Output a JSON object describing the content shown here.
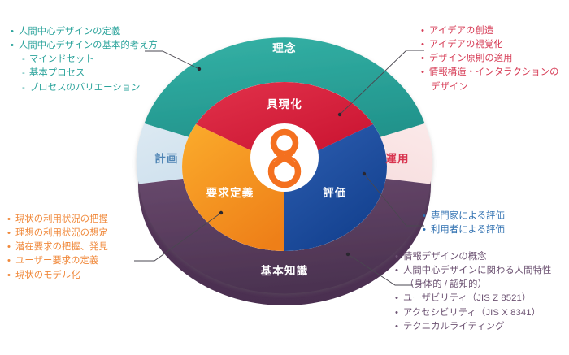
{
  "diagram": {
    "title_center_logo": "8",
    "outer_ring": [
      {
        "key": "ideal",
        "label": "理念",
        "color": "#2EA9A0",
        "text_color": "#ffffff"
      },
      {
        "key": "plan",
        "label": "計画",
        "color": "#D4E4EF",
        "text_color": "#4E84B4"
      },
      {
        "key": "operation",
        "label": "運用",
        "color": "#FBE8E8",
        "text_color": "#D8344F"
      },
      {
        "key": "knowledge",
        "label": "基本知識",
        "color": "#5E3F63",
        "text_color": "#ffffff"
      }
    ],
    "inner_segments": [
      {
        "key": "embody",
        "label": "具現化",
        "color": "#D8233C"
      },
      {
        "key": "requirement",
        "label": "要求定義",
        "color": "#F59B20"
      },
      {
        "key": "evaluation",
        "label": "評価",
        "color": "#23509D"
      }
    ],
    "colors": {
      "teal": "#2EA9A0",
      "red": "#D8233C",
      "orange": "#F59B20",
      "blue": "#23509D",
      "purple": "#5E3F63",
      "light_blue_ring": "#D4E4EF",
      "light_pink_ring": "#FBE8E8",
      "white_ring": "#F7F7F5",
      "center_logo": "#F4701F",
      "leader_line": "#4A4750"
    }
  },
  "callouts": {
    "ideal": {
      "accent": "#2AA39B",
      "items": [
        {
          "text": "人間中心デザインの定義",
          "style": "dot"
        },
        {
          "text": "人間中心デザインの基本的考え方",
          "style": "dot"
        },
        {
          "text": "マインドセット",
          "style": "dash"
        },
        {
          "text": "基本プロセス",
          "style": "dash"
        },
        {
          "text": "プロセスのバリエーション",
          "style": "dash"
        }
      ]
    },
    "embody": {
      "accent": "#D63B55",
      "items": [
        {
          "text": "アイデアの創造",
          "style": "dot"
        },
        {
          "text": "アイデアの視覚化",
          "style": "dot"
        },
        {
          "text": "デザイン原則の適用",
          "style": "dot"
        },
        {
          "text": "情報構造・インタラクションの",
          "style": "dot"
        },
        {
          "text": "デザイン",
          "style": "cont"
        }
      ]
    },
    "requirement": {
      "accent": "#F0883A",
      "items": [
        {
          "text": "現状の利用状況の把握",
          "style": "dot"
        },
        {
          "text": "理想の利用状況の想定",
          "style": "dot"
        },
        {
          "text": "潜在要求の把握、発見",
          "style": "dot"
        },
        {
          "text": "ユーザー要求の定義",
          "style": "dot"
        },
        {
          "text": "現状のモデル化",
          "style": "dot"
        }
      ]
    },
    "evaluation": {
      "accent": "#2E6FB0",
      "items": [
        {
          "text": "専門家による評価",
          "style": "dot"
        },
        {
          "text": "利用者による評価",
          "style": "dot"
        }
      ]
    },
    "knowledge": {
      "accent": "#6C5272",
      "items": [
        {
          "text": "情報デザインの概念",
          "style": "dot"
        },
        {
          "text": "人間中心デザインに関わる人間特性",
          "style": "dot"
        },
        {
          "text": "（身体的 / 認知的）",
          "style": "cont"
        },
        {
          "text": "ユーザビリティ（JIS Z 8521）",
          "style": "dot"
        },
        {
          "text": "アクセシビリティ（JIS X 8341）",
          "style": "dot"
        },
        {
          "text": "テクニカルライティング",
          "style": "dot"
        }
      ]
    }
  }
}
